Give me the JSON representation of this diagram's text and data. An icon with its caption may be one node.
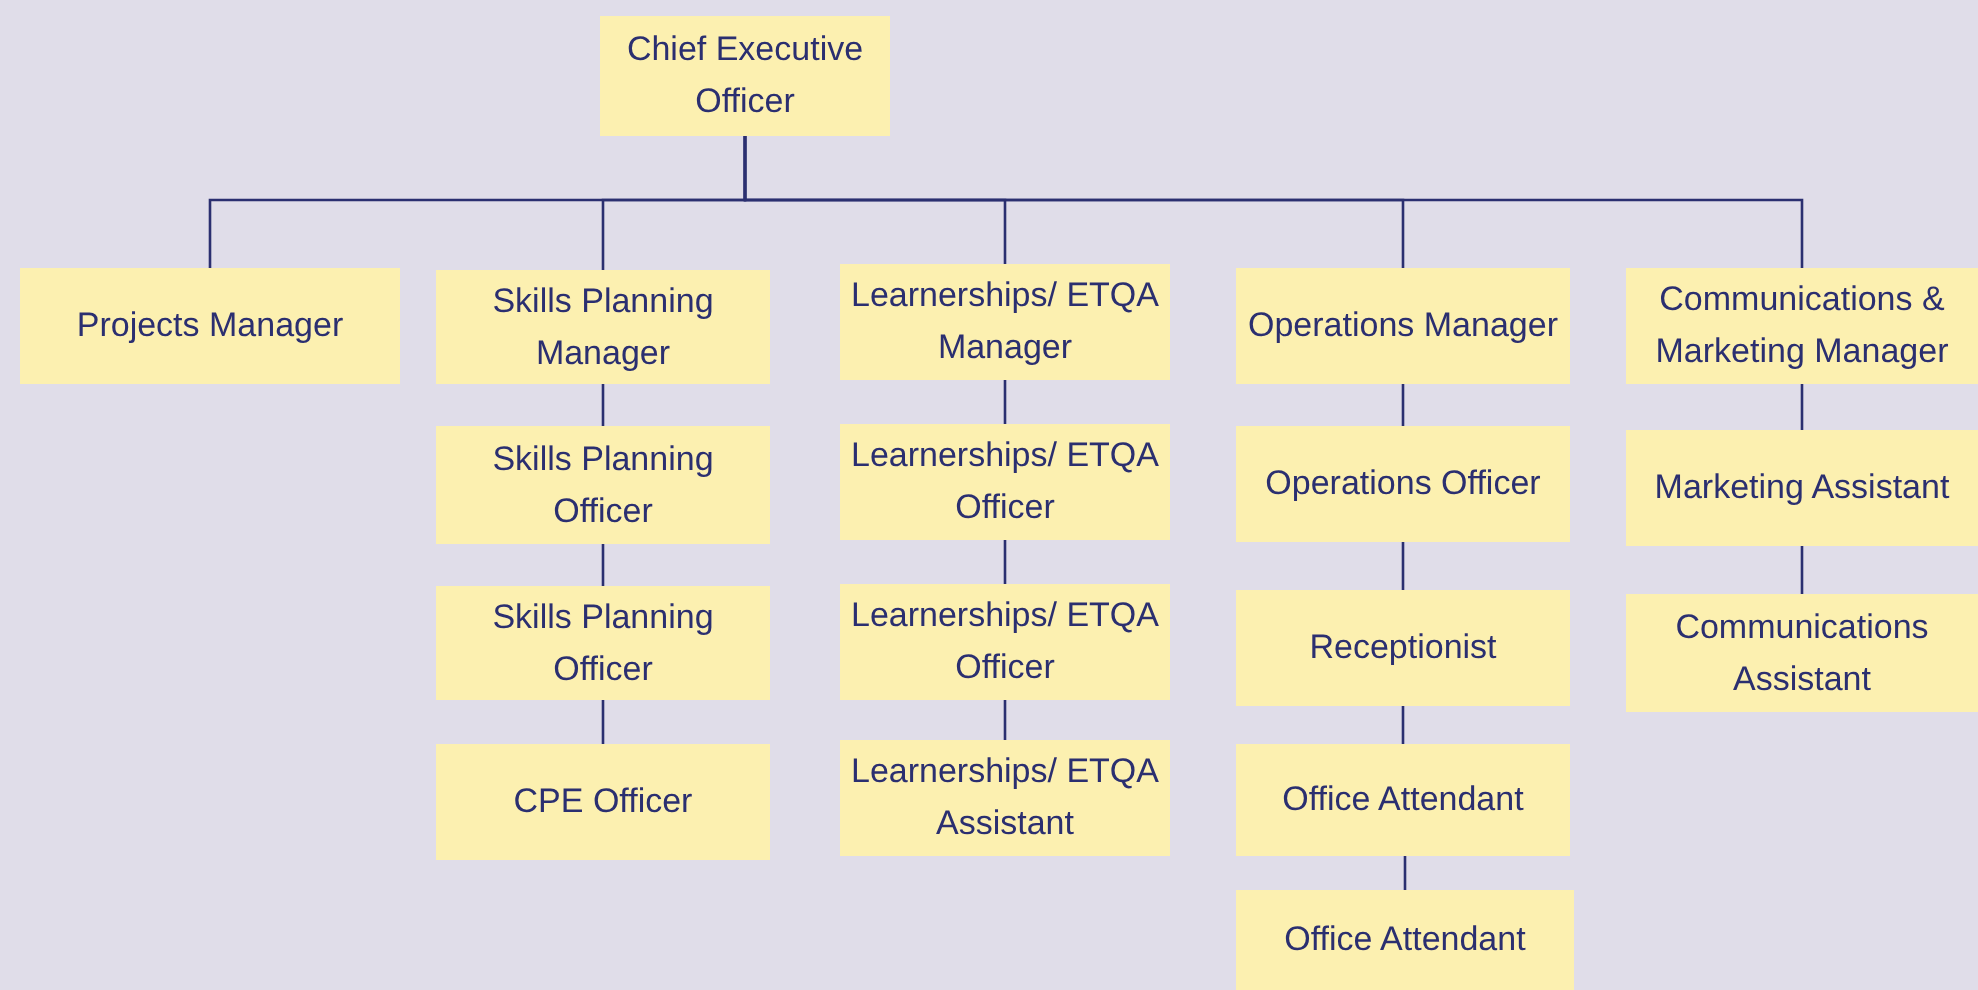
{
  "diagram": {
    "nodes": [
      {
        "text": [
          "Chief Executive Officer"
        ]
      },
      {
        "text": [
          "Projects Manager"
        ]
      },
      {
        "text": [
          "Skills Planning Manager"
        ]
      },
      {
        "text": [
          "Learnerships/ ETQA Manager"
        ]
      },
      {
        "text": [
          "Operations Manager"
        ]
      },
      {
        "text": [
          "Communications & Marketing Manager"
        ]
      },
      {
        "text": [
          "Skills Planning Officer"
        ]
      },
      {
        "text": [
          "Skills Planning Officer"
        ]
      },
      {
        "text": [
          "CPE Officer"
        ]
      },
      {
        "text": [
          "Learnerships/ ETQA Officer"
        ]
      },
      {
        "text": [
          "Learnerships/ ETQA Officer"
        ]
      },
      {
        "text": [
          "Learnerships/ ETQA Assistant"
        ]
      },
      {
        "text": [
          "Operations Officer"
        ]
      },
      {
        "text": [
          "Receptionist"
        ]
      },
      {
        "text": [
          "Office Attendant"
        ]
      },
      {
        "text": [
          "Office Attendant"
        ]
      },
      {
        "text": [
          "Marketing Assistant"
        ]
      },
      {
        "text": [
          "Communications Assistant"
        ]
      }
    ],
    "edges": [
      {
        "from": 0,
        "to": 1,
        "arrow": "none"
      },
      {
        "from": 0,
        "to": 2,
        "arrow": "none"
      },
      {
        "from": 0,
        "to": 3,
        "arrow": "none"
      },
      {
        "from": 0,
        "to": 4,
        "arrow": "none"
      },
      {
        "from": 0,
        "to": 5,
        "arrow": "none"
      },
      {
        "from": 2,
        "to": 6,
        "arrow": "none"
      },
      {
        "from": 6,
        "to": 7,
        "arrow": "none"
      },
      {
        "from": 7,
        "to": 8,
        "arrow": "none"
      },
      {
        "from": 3,
        "to": 9,
        "arrow": "none"
      },
      {
        "from": 9,
        "to": 10,
        "arrow": "none"
      },
      {
        "from": 10,
        "to": 11,
        "arrow": "none"
      },
      {
        "from": 4,
        "to": 12,
        "arrow": "none"
      },
      {
        "from": 12,
        "to": 13,
        "arrow": "none"
      },
      {
        "from": 13,
        "to": 14,
        "arrow": "none"
      },
      {
        "from": 14,
        "to": 15,
        "arrow": "none"
      },
      {
        "from": 5,
        "to": 16,
        "arrow": "none"
      },
      {
        "from": 16,
        "to": 17,
        "arrow": "none"
      }
    ]
  }
}
